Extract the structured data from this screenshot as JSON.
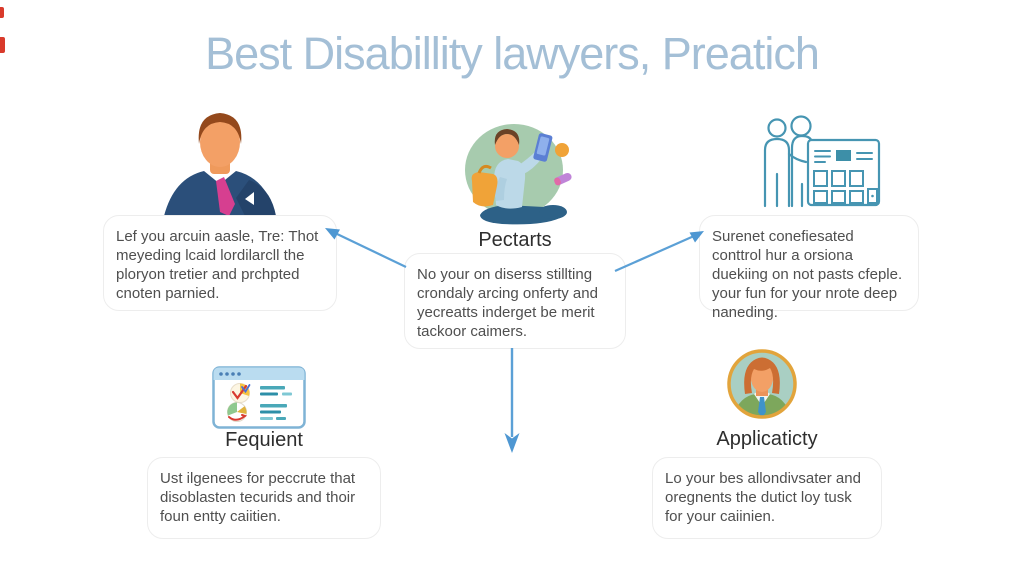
{
  "title": "Best Disabillity lawyers, Preatich",
  "nodes": {
    "advisor": {
      "icon": "businessman-icon",
      "text": "Lef you arcuin aasle, Tre: Thot meyeding lcaid lordilarcll the ploryon tretier and prchpted cnoten parnied."
    },
    "pectarts": {
      "icon": "person-sitting-icon",
      "label": "Pectarts",
      "text": "No your on diserss stillting crondaly arcing onferty and yecreatts inderget be merit tackoor caimers."
    },
    "control": {
      "icon": "people-chart-icon",
      "text": "Surenet conefiesated conttrol hur a orsiona duekiing on not pasts cfeple. your fun for your nrote deep naneding."
    },
    "fequient": {
      "icon": "report-window-icon",
      "label": "Fequient",
      "text": "Ust ilgenees for peccrute that disoblasten tecurids and thoir foun entty caiitien."
    },
    "applicaticty": {
      "icon": "woman-avatar-icon",
      "label": "Applicaticty",
      "text": "Lo your bes allondivsater and oregnents the dutict loy tusk for your caiinien."
    }
  },
  "colors": {
    "title": "#a4bfd6",
    "body_text": "#4f4f4f",
    "label_text": "#2e2e2e",
    "arrow": "#5ba0d6",
    "edge_mark": "#d93a2b",
    "card_border": "#ededed",
    "suit_navy": "#2b4f7a",
    "tie_pink": "#d63f90",
    "green_circle": "#a7cbae",
    "outline_teal": "#4695b2",
    "window_blue": "#7fb3d5",
    "avatar_ring": "#e2a43c"
  }
}
